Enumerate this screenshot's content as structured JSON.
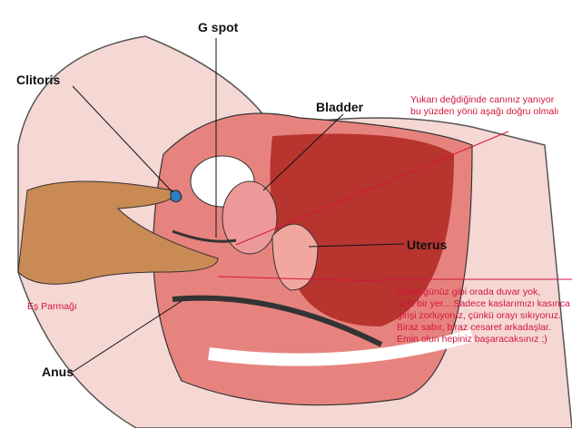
{
  "labels": {
    "g_spot": "G spot",
    "clitoris": "Clitoris",
    "bladder": "Bladder",
    "uterus": "Uterus",
    "anus": "Anus"
  },
  "annotations": {
    "top_note": "Yukarı değdiğinde canınız yanıyor\nbu yüzden yönü aşağı doğru olmalı",
    "bottom_note": "Gördüğünüz gibi orada duvar yok,\naçık bir yer... Sadece kaslarımızı kasınca\ngirişi zorluyoruz, çünkü orayı sıkıyoruz.\nBiraz sabır, biraz cesaret arkadaşlar.\nEmin olun hepiniz başaracaksınız ;)",
    "partner_finger": "Eş Parmağı"
  },
  "colors": {
    "annotation": "#d4143c",
    "skin": "#f5d7d3",
    "tissue": "#e7837e",
    "deep_tissue": "#b8342f",
    "hand": "#c98a55",
    "clitoris_marker": "#2f7fc1"
  }
}
